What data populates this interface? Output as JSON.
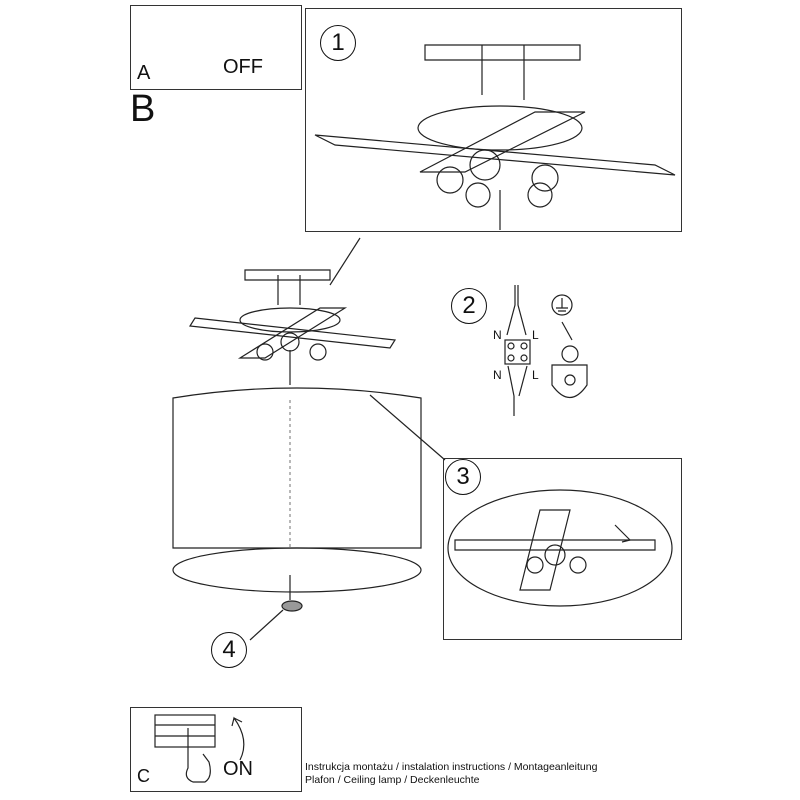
{
  "panel_a": {
    "letter": "A",
    "action": "OFF"
  },
  "panel_b": {
    "letter": "B"
  },
  "panel_c": {
    "letter": "C",
    "action": "ON"
  },
  "steps": [
    "1",
    "2",
    "3",
    "4"
  ],
  "wiring": {
    "top_left": "N",
    "top_right": "L",
    "bottom_left": "N",
    "bottom_right": "L"
  },
  "footer": {
    "line1": "Instrukcja montażu / instalation instructions / Montageanleitung",
    "line2": "Plafon / Ceiling lamp / Deckenleuchte"
  }
}
